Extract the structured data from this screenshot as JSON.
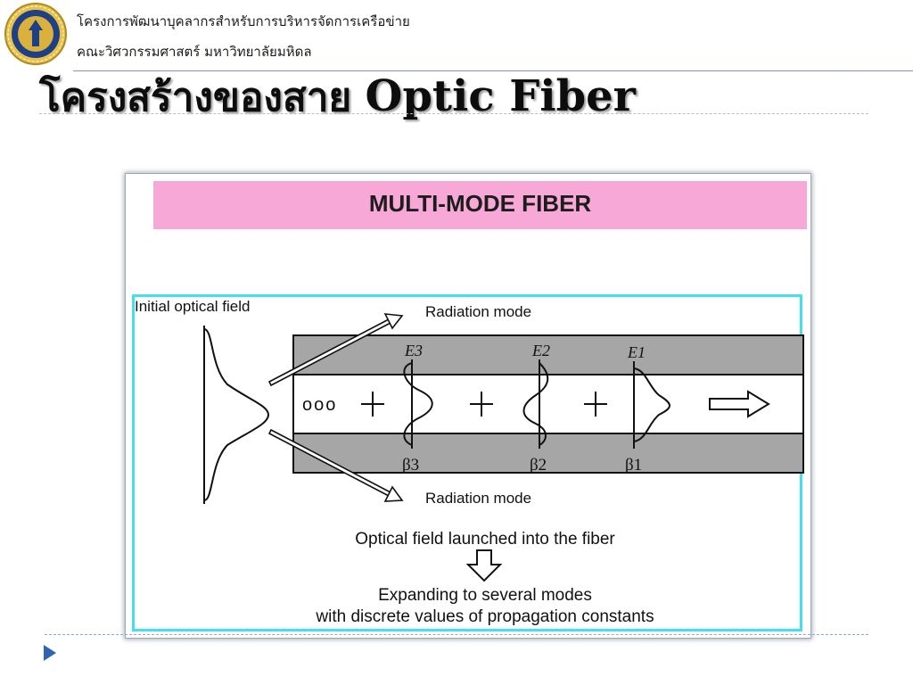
{
  "header": {
    "line1": "โครงการพัฒนาบุคลากรสำหรับการบริหารจัดการเครือข่าย",
    "line2": "คณะวิศวกรรมศาสตร์ มหาวิทยาลัยมหิดล"
  },
  "title": {
    "thai": "โครงสร้างของสาย",
    "english": "Optic Fiber"
  },
  "figure": {
    "banner": "MULTI-MODE FIBER",
    "initial_field": "Initial optical field",
    "radiation_top": "Radiation mode",
    "radiation_bottom": "Radiation mode",
    "modes": [
      {
        "e_label": "E3",
        "beta_label": "β3"
      },
      {
        "e_label": "E2",
        "beta_label": "β2"
      },
      {
        "e_label": "E1",
        "beta_label": "β1"
      }
    ],
    "dots": "ooo",
    "caption1": "Optical field launched into the fiber",
    "caption2": "Expanding to several modes",
    "caption3": "with discrete values of propagation constants"
  },
  "colors": {
    "banner": "#f7a8d6",
    "frame": "#44e0ec",
    "cladding": "#a6a6a6",
    "bullet": "#2e66b4"
  },
  "icons": [
    "university-seal-logo",
    "slide-bullet-arrow"
  ]
}
